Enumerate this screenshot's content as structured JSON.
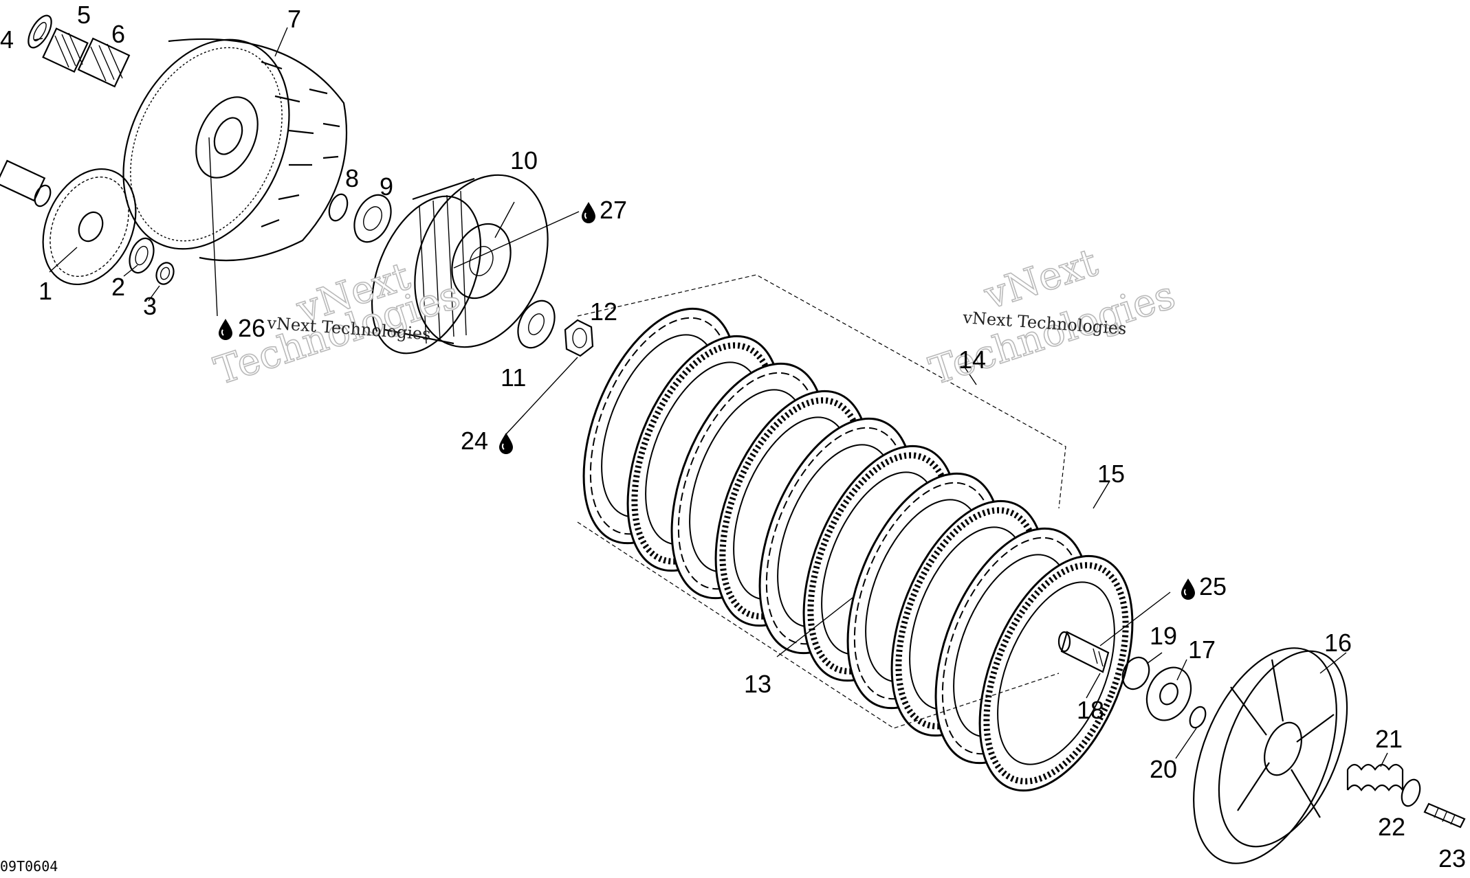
{
  "diagram": {
    "figure_code": "09T0604",
    "callouts": [
      "1",
      "2",
      "3",
      "4",
      "5",
      "6",
      "7",
      "8",
      "9",
      "10",
      "11",
      "12",
      "13",
      "14",
      "15",
      "16",
      "17",
      "18",
      "19",
      "20",
      "21",
      "22",
      "23"
    ],
    "lube_callouts": [
      "24",
      "25",
      "26",
      "27"
    ],
    "watermarks": {
      "small": "vNext Technologies",
      "large_line1": "vNext",
      "large_line2": "Technologies"
    },
    "parts": {
      "gear": "gear-icon",
      "housing": "clutch-housing",
      "hub": "clutch-hub",
      "plates": "clutch-plate-stack",
      "pressure_plate": "pressure-plate",
      "lube_symbol": "oil-drop-icon"
    }
  }
}
